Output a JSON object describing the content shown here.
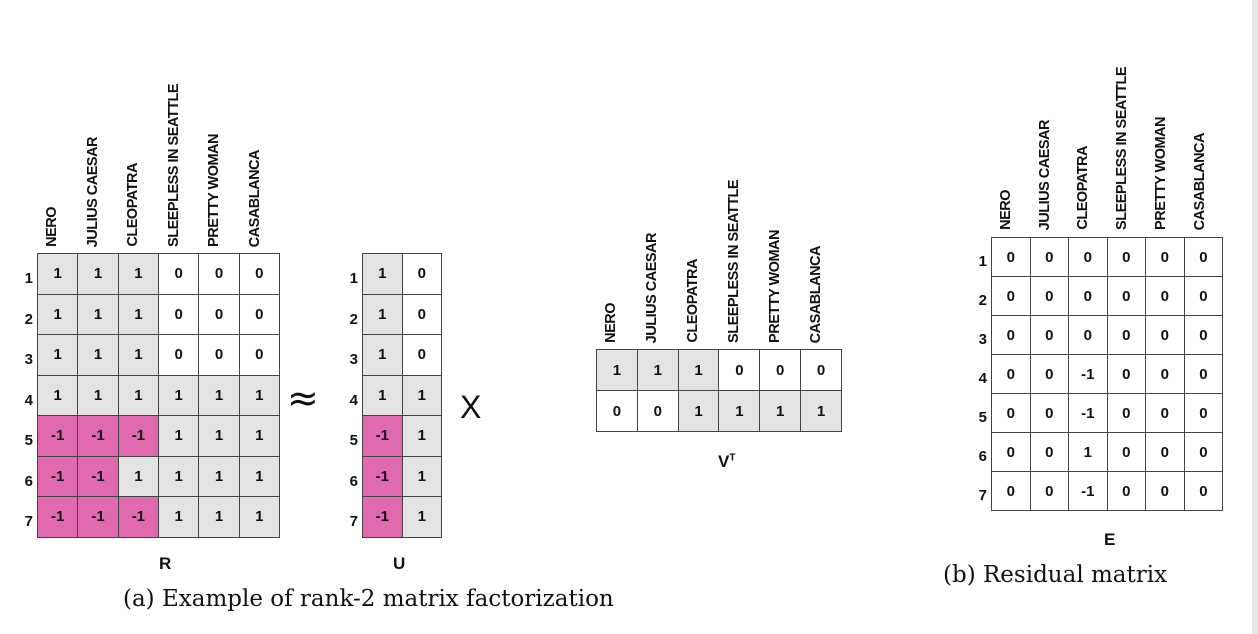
{
  "movies": [
    "NERO",
    "JULIUS CAESAR",
    "CLEOPATRA",
    "SLEEPLESS IN SEATTLE",
    "PRETTY WOMAN",
    "CASABLANCA"
  ],
  "users": [
    "1",
    "2",
    "3",
    "4",
    "5",
    "6",
    "7"
  ],
  "matrices": {
    "R": {
      "label": "R",
      "values": [
        [
          "1",
          "1",
          "1",
          "0",
          "0",
          "0"
        ],
        [
          "1",
          "1",
          "1",
          "0",
          "0",
          "0"
        ],
        [
          "1",
          "1",
          "1",
          "0",
          "0",
          "0"
        ],
        [
          "1",
          "1",
          "1",
          "1",
          "1",
          "1"
        ],
        [
          "-1",
          "-1",
          "-1",
          "1",
          "1",
          "1"
        ],
        [
          "-1",
          "-1",
          "1",
          "1",
          "1",
          "1"
        ],
        [
          "-1",
          "-1",
          "-1",
          "1",
          "1",
          "1"
        ]
      ],
      "shading": [
        [
          "g",
          "g",
          "g",
          "w",
          "w",
          "w"
        ],
        [
          "g",
          "g",
          "g",
          "w",
          "w",
          "w"
        ],
        [
          "g",
          "g",
          "g",
          "w",
          "w",
          "w"
        ],
        [
          "g",
          "g",
          "g",
          "g",
          "g",
          "g"
        ],
        [
          "p",
          "p",
          "p",
          "g",
          "g",
          "g"
        ],
        [
          "p",
          "p",
          "g",
          "g",
          "g",
          "g"
        ],
        [
          "p",
          "p",
          "p",
          "g",
          "g",
          "g"
        ]
      ]
    },
    "U": {
      "label": "U",
      "values": [
        [
          "1",
          "0"
        ],
        [
          "1",
          "0"
        ],
        [
          "1",
          "0"
        ],
        [
          "1",
          "1"
        ],
        [
          "-1",
          "1"
        ],
        [
          "-1",
          "1"
        ],
        [
          "-1",
          "1"
        ]
      ],
      "shading": [
        [
          "g",
          "w"
        ],
        [
          "g",
          "w"
        ],
        [
          "g",
          "w"
        ],
        [
          "g",
          "g"
        ],
        [
          "p",
          "g"
        ],
        [
          "p",
          "g"
        ],
        [
          "p",
          "g"
        ]
      ]
    },
    "VT": {
      "label": "V",
      "label_sup": "T",
      "values": [
        [
          "1",
          "1",
          "1",
          "0",
          "0",
          "0"
        ],
        [
          "0",
          "0",
          "1",
          "1",
          "1",
          "1"
        ]
      ],
      "shading": [
        [
          "g",
          "g",
          "g",
          "w",
          "w",
          "w"
        ],
        [
          "w",
          "w",
          "g",
          "g",
          "g",
          "g"
        ]
      ]
    },
    "E": {
      "label": "E",
      "values": [
        [
          "0",
          "0",
          "0",
          "0",
          "0",
          "0"
        ],
        [
          "0",
          "0",
          "0",
          "0",
          "0",
          "0"
        ],
        [
          "0",
          "0",
          "0",
          "0",
          "0",
          "0"
        ],
        [
          "0",
          "0",
          "-1",
          "0",
          "0",
          "0"
        ],
        [
          "0",
          "0",
          "-1",
          "0",
          "0",
          "0"
        ],
        [
          "0",
          "0",
          "1",
          "0",
          "0",
          "0"
        ],
        [
          "0",
          "0",
          "-1",
          "0",
          "0",
          "0"
        ]
      ]
    }
  },
  "operators": {
    "approx": "≈",
    "times": "X"
  },
  "captions": {
    "a": "(a) Example of rank-2 matrix factorization",
    "b": "(b) Residual matrix"
  },
  "colors": {
    "gray": "#e3e3e3",
    "pink": "#e069b0",
    "white": "#ffffff",
    "border": "#444444"
  }
}
